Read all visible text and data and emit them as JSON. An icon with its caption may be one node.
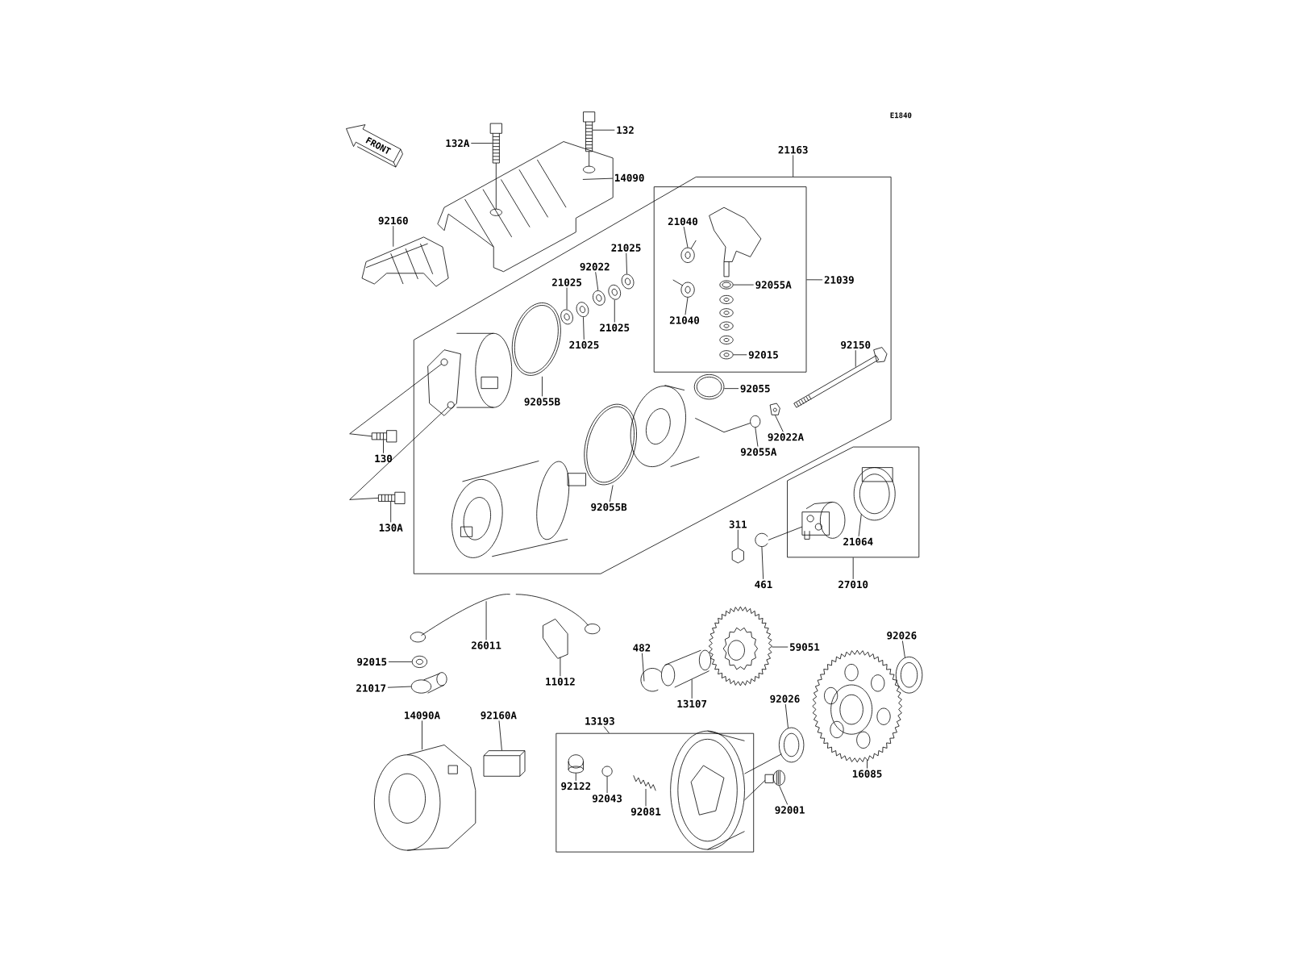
{
  "diagram": {
    "nodes": [
      {
        "text": [
          "FRONT"
        ]
      },
      {
        "text": [
          "132A"
        ]
      },
      {
        "text": [
          "132"
        ]
      },
      {
        "text": [
          "14090"
        ]
      },
      {
        "text": [
          "92160"
        ]
      },
      {
        "text": [
          "21163"
        ]
      },
      {
        "text": [],
        "shape": "box"
      },
      {
        "text": [],
        "shape": "box",
        "in": 6
      },
      {
        "text": [
          "21040"
        ],
        "in": 7
      },
      {
        "text": [
          "92055A"
        ],
        "in": 7
      },
      {
        "text": [
          "21040"
        ],
        "in": 7
      },
      {
        "text": [
          "92015"
        ],
        "in": 7
      },
      {
        "text": [
          "21039"
        ],
        "in": 6
      },
      {
        "text": [
          "21025"
        ],
        "in": 6
      },
      {
        "text": [
          "92022"
        ],
        "in": 6
      },
      {
        "text": [
          "21025"
        ],
        "in": 6
      },
      {
        "text": [
          "21025"
        ],
        "in": 6
      },
      {
        "text": [
          "21025"
        ],
        "in": 6
      },
      {
        "text": [
          "92150"
        ],
        "in": 6
      },
      {
        "text": [
          "92055B"
        ],
        "in": 6
      },
      {
        "text": [
          "92055"
        ],
        "in": 6
      },
      {
        "text": [
          "92022A"
        ],
        "in": 6
      },
      {
        "text": [
          "92055A"
        ],
        "in": 6
      },
      {
        "text": [
          "130"
        ]
      },
      {
        "text": [
          "92055B"
        ],
        "in": 6
      },
      {
        "text": [],
        "shape": "box"
      },
      {
        "text": [
          "21064"
        ],
        "in": 25
      },
      {
        "text": [
          "130A"
        ]
      },
      {
        "text": [
          "311"
        ]
      },
      {
        "text": [
          "461"
        ]
      },
      {
        "text": [
          "27010"
        ]
      },
      {
        "text": [
          "26011"
        ]
      },
      {
        "text": [
          "59051"
        ]
      },
      {
        "text": [
          "92026"
        ]
      },
      {
        "text": [
          "482"
        ]
      },
      {
        "text": [
          "92015"
        ]
      },
      {
        "text": [
          "11012"
        ]
      },
      {
        "text": [
          "21017"
        ]
      },
      {
        "text": [
          "13107"
        ]
      },
      {
        "text": [
          "92026"
        ]
      },
      {
        "text": [
          "13193"
        ]
      },
      {
        "text": [],
        "shape": "box"
      },
      {
        "text": [
          "14090A"
        ]
      },
      {
        "text": [
          "92160A"
        ]
      },
      {
        "text": [
          "16085"
        ]
      },
      {
        "text": [
          "92122"
        ],
        "in": 41
      },
      {
        "text": [
          "92043"
        ],
        "in": 41
      },
      {
        "text": [
          "92081"
        ],
        "in": 41
      },
      {
        "text": [
          "92001"
        ]
      },
      {
        "text": [],
        "shape": "picture"
      },
      {
        "text": [],
        "shape": "picture"
      },
      {
        "text": [],
        "shape": "picture"
      },
      {
        "text": [],
        "shape": "picture"
      },
      {
        "text": [],
        "shape": "picture",
        "in": 6
      },
      {
        "text": [],
        "shape": "picture",
        "in": 6
      },
      {
        "text": [],
        "shape": "picture",
        "in": 6
      },
      {
        "text": [],
        "shape": "picture",
        "in": 6
      },
      {
        "text": [],
        "shape": "picture",
        "in": 6
      },
      {
        "text": [],
        "shape": "picture",
        "in": 6
      },
      {
        "text": [],
        "shape": "picture",
        "in": 6
      },
      {
        "text": [],
        "shape": "picture",
        "in": 7
      },
      {
        "text": [],
        "shape": "picture",
        "in": 7
      },
      {
        "text": [],
        "shape": "picture",
        "in": 7
      },
      {
        "text": [],
        "shape": "picture",
        "in": 7
      },
      {
        "text": [],
        "shape": "picture",
        "in": 6
      },
      {
        "text": [],
        "shape": "picture",
        "in": 6
      },
      {
        "text": [],
        "shape": "picture",
        "in": 6
      },
      {
        "text": [],
        "shape": "picture",
        "in": 6
      },
      {
        "text": [],
        "shape": "picture",
        "in": 6
      },
      {
        "text": [],
        "shape": "picture"
      },
      {
        "text": [],
        "shape": "picture",
        "in": 6
      },
      {
        "text": [],
        "shape": "picture"
      },
      {
        "text": [],
        "shape": "cylinder",
        "in": 25
      },
      {
        "text": [],
        "shape": "picture",
        "in": 25
      },
      {
        "text": [],
        "shape": "picture"
      },
      {
        "text": [],
        "shape": "picture"
      },
      {
        "text": [],
        "shape": "picture"
      },
      {
        "text": [],
        "shape": "picture"
      },
      {
        "text": [],
        "shape": "picture"
      },
      {
        "text": [],
        "shape": "picture"
      },
      {
        "text": [],
        "shape": "picture"
      },
      {
        "text": [],
        "shape": "picture"
      },
      {
        "text": [],
        "shape": "picture"
      },
      {
        "text": [],
        "shape": "picture"
      },
      {
        "text": [],
        "shape": "picture"
      },
      {
        "text": [],
        "shape": "picture",
        "in": 41
      },
      {
        "text": [],
        "shape": "picture"
      },
      {
        "text": [],
        "shape": "box"
      },
      {
        "text": [],
        "shape": "picture"
      },
      {
        "text": [],
        "shape": "picture",
        "in": 41
      },
      {
        "text": [],
        "shape": "picture",
        "in": 41
      },
      {
        "text": [],
        "shape": "picture",
        "in": 41
      },
      {
        "text": [],
        "shape": "picture"
      }
    ],
    "edges": [
      {
        "from": 1,
        "to": 49,
        "arrow": "none"
      },
      {
        "from": 2,
        "to": 50,
        "arrow": "none"
      },
      {
        "from": 3,
        "to": 51,
        "arrow": "none"
      },
      {
        "from": 4,
        "to": 52,
        "arrow": "none"
      },
      {
        "from": 5,
        "to": 6,
        "arrow": "none"
      },
      {
        "from": 8,
        "to": 60,
        "arrow": "none"
      },
      {
        "from": 9,
        "to": 62,
        "arrow": "none"
      },
      {
        "from": 10,
        "to": 61,
        "arrow": "none"
      },
      {
        "from": 11,
        "to": 63,
        "arrow": "none"
      },
      {
        "from": 12,
        "to": 7,
        "arrow": "none"
      },
      {
        "from": 13,
        "to": 59,
        "arrow": "none"
      },
      {
        "from": 14,
        "to": 57,
        "arrow": "none"
      },
      {
        "from": 15,
        "to": 55,
        "arrow": "none"
      },
      {
        "from": 16,
        "to": 58,
        "arrow": "none"
      },
      {
        "from": 17,
        "to": 56,
        "arrow": "none"
      },
      {
        "from": 18,
        "to": 68,
        "arrow": "none"
      },
      {
        "from": 19,
        "to": 54,
        "arrow": "none"
      },
      {
        "from": 20,
        "to": 65,
        "arrow": "none"
      },
      {
        "from": 21,
        "to": 67,
        "arrow": "none"
      },
      {
        "from": 22,
        "to": 66,
        "arrow": "none"
      },
      {
        "from": 23,
        "to": 69,
        "arrow": "none"
      },
      {
        "from": 24,
        "to": 70,
        "arrow": "none"
      },
      {
        "from": 26,
        "to": 73,
        "arrow": "none"
      },
      {
        "from": 27,
        "to": 71,
        "arrow": "none"
      },
      {
        "from": 28,
        "to": 74,
        "arrow": "none"
      },
      {
        "from": 29,
        "to": 75,
        "arrow": "none"
      },
      {
        "from": 30,
        "to": 25,
        "arrow": "none"
      },
      {
        "from": 31,
        "to": 76,
        "arrow": "none"
      },
      {
        "from": 32,
        "to": 77,
        "arrow": "none"
      },
      {
        "from": 33,
        "to": 78,
        "arrow": "none"
      },
      {
        "from": 34,
        "to": 79,
        "arrow": "none"
      },
      {
        "from": 35,
        "to": 80,
        "arrow": "none"
      },
      {
        "from": 36,
        "to": 81,
        "arrow": "none"
      },
      {
        "from": 37,
        "to": 82,
        "arrow": "none"
      },
      {
        "from": 38,
        "to": 83,
        "arrow": "none"
      },
      {
        "from": 39,
        "to": 84,
        "arrow": "none"
      },
      {
        "from": 40,
        "to": 41,
        "arrow": "none"
      },
      {
        "from": 42,
        "to": 86,
        "arrow": "none"
      },
      {
        "from": 43,
        "to": 87,
        "arrow": "none"
      },
      {
        "from": 44,
        "to": 88,
        "arrow": "none"
      },
      {
        "from": 45,
        "to": 89,
        "arrow": "none"
      },
      {
        "from": 46,
        "to": 90,
        "arrow": "none"
      },
      {
        "from": 47,
        "to": 91,
        "arrow": "none"
      },
      {
        "from": 48,
        "to": 92,
        "arrow": "none"
      },
      {
        "from": 49,
        "to": 51,
        "arrow": "none"
      },
      {
        "from": 50,
        "to": 51,
        "arrow": "none"
      },
      {
        "from": 69,
        "to": 53,
        "arrow": "none"
      },
      {
        "from": 71,
        "to": 53,
        "arrow": "none"
      },
      {
        "from": 64,
        "to": 66,
        "arrow": "none"
      },
      {
        "from": 75,
        "to": 72,
        "arrow": "none"
      },
      {
        "from": 85,
        "to": 84,
        "arrow": "none"
      },
      {
        "from": 85,
        "to": 92,
        "arrow": "none"
      }
    ],
    "labels": [
      "E1840"
    ]
  }
}
